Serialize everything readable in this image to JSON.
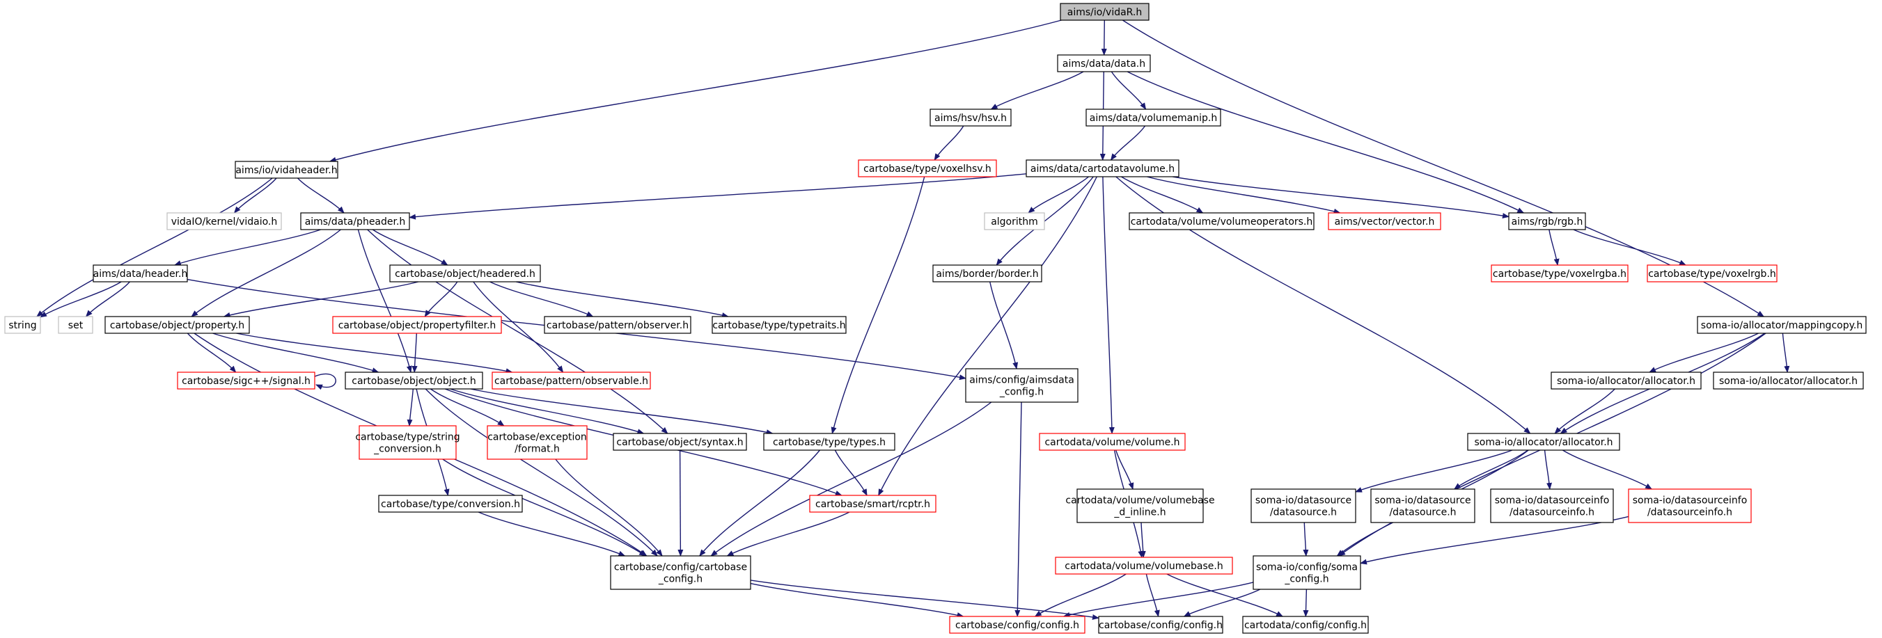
{
  "colors": {
    "edge": "#191970",
    "node_border": "#000000",
    "missing_border": "#bfbfbf",
    "truncated_border": "#ff0000",
    "root_fill": "#bfbfbf",
    "node_fill": "#ffffff",
    "text": "#000000",
    "missing_text": "#7f7f7f"
  },
  "graph": {
    "nodes": [
      {
        "id": "vidaR",
        "lines": [
          "aims/io/vidaR.h"
        ],
        "style": "root"
      },
      {
        "id": "data",
        "lines": [
          "aims/data/data.h"
        ],
        "style": "normal"
      },
      {
        "id": "vidaheader",
        "lines": [
          "aims/io/vidaheader.h"
        ],
        "style": "normal"
      },
      {
        "id": "hsv",
        "lines": [
          "aims/hsv/hsv.h"
        ],
        "style": "normal"
      },
      {
        "id": "volumemanip",
        "lines": [
          "aims/data/volumemanip.h"
        ],
        "style": "normal"
      },
      {
        "id": "voxelhsv",
        "lines": [
          "cartobase/type/voxelhsv.h"
        ],
        "style": "truncated"
      },
      {
        "id": "cartodatavolume",
        "lines": [
          "aims/data/cartodatavolume.h"
        ],
        "style": "normal"
      },
      {
        "id": "vidaio",
        "lines": [
          "vidaIO/kernel/vidaio.h"
        ],
        "style": "missing"
      },
      {
        "id": "pheader",
        "lines": [
          "aims/data/pheader.h"
        ],
        "style": "normal"
      },
      {
        "id": "algorithm",
        "lines": [
          "algorithm"
        ],
        "style": "missing"
      },
      {
        "id": "volumeoperators",
        "lines": [
          "cartodata/volume/volumeoperators.h"
        ],
        "style": "normal"
      },
      {
        "id": "vector",
        "lines": [
          "aims/vector/vector.h"
        ],
        "style": "truncated"
      },
      {
        "id": "rgb",
        "lines": [
          "aims/rgb/rgb.h"
        ],
        "style": "normal"
      },
      {
        "id": "header",
        "lines": [
          "aims/data/header.h"
        ],
        "style": "normal"
      },
      {
        "id": "headered",
        "lines": [
          "cartobase/object/headered.h"
        ],
        "style": "normal"
      },
      {
        "id": "border",
        "lines": [
          "aims/border/border.h"
        ],
        "style": "normal"
      },
      {
        "id": "voxelrgba",
        "lines": [
          "cartobase/type/voxelrgba.h"
        ],
        "style": "truncated"
      },
      {
        "id": "voxelrgb",
        "lines": [
          "cartobase/type/voxelrgb.h"
        ],
        "style": "truncated"
      },
      {
        "id": "string",
        "lines": [
          "string"
        ],
        "style": "missing"
      },
      {
        "id": "set",
        "lines": [
          "set"
        ],
        "style": "missing"
      },
      {
        "id": "property",
        "lines": [
          "cartobase/object/property.h"
        ],
        "style": "normal"
      },
      {
        "id": "propertyfilter",
        "lines": [
          "cartobase/object/propertyfilter.h"
        ],
        "style": "truncated"
      },
      {
        "id": "observer",
        "lines": [
          "cartobase/pattern/observer.h"
        ],
        "style": "normal"
      },
      {
        "id": "typetraits",
        "lines": [
          "cartobase/type/typetraits.h"
        ],
        "style": "normal"
      },
      {
        "id": "mappingcopy",
        "lines": [
          "soma-io/allocator/mappingcopy.h"
        ],
        "style": "normal"
      },
      {
        "id": "signal",
        "lines": [
          "cartobase/sigc++/signal.h"
        ],
        "style": "truncated"
      },
      {
        "id": "object",
        "lines": [
          "cartobase/object/object.h"
        ],
        "style": "normal"
      },
      {
        "id": "observable",
        "lines": [
          "cartobase/pattern/observable.h"
        ],
        "style": "truncated"
      },
      {
        "id": "aimsdataconfig",
        "lines": [
          "aims/config/aimsdata",
          "_config.h"
        ],
        "style": "normal"
      },
      {
        "id": "allocatorA",
        "lines": [
          "soma-io/allocator/allocator.h"
        ],
        "style": "normal"
      },
      {
        "id": "allocatorB",
        "lines": [
          "soma-io/allocator/allocator.h"
        ],
        "style": "normal"
      },
      {
        "id": "stringconv",
        "lines": [
          "cartobase/type/string",
          "_conversion.h"
        ],
        "style": "truncated"
      },
      {
        "id": "format",
        "lines": [
          "cartobase/exception",
          "/format.h"
        ],
        "style": "truncated"
      },
      {
        "id": "syntax",
        "lines": [
          "cartobase/object/syntax.h"
        ],
        "style": "normal"
      },
      {
        "id": "types",
        "lines": [
          "cartobase/type/types.h"
        ],
        "style": "normal"
      },
      {
        "id": "volume",
        "lines": [
          "cartodata/volume/volume.h"
        ],
        "style": "truncated"
      },
      {
        "id": "allocatorMain",
        "lines": [
          "soma-io/allocator/allocator.h"
        ],
        "style": "normal"
      },
      {
        "id": "conversion",
        "lines": [
          "cartobase/type/conversion.h"
        ],
        "style": "normal"
      },
      {
        "id": "rcptr",
        "lines": [
          "cartobase/smart/rcptr.h"
        ],
        "style": "truncated"
      },
      {
        "id": "volumebase_inline",
        "lines": [
          "cartodata/volume/volumebase",
          "_d_inline.h"
        ],
        "style": "normal"
      },
      {
        "id": "datasourceA",
        "lines": [
          "soma-io/datasource",
          "/datasource.h"
        ],
        "style": "normal"
      },
      {
        "id": "datasourceB",
        "lines": [
          "soma-io/datasource",
          "/datasource.h"
        ],
        "style": "normal"
      },
      {
        "id": "datasourceinfoA",
        "lines": [
          "soma-io/datasourceinfo",
          "/datasourceinfo.h"
        ],
        "style": "normal"
      },
      {
        "id": "datasourceinfoB",
        "lines": [
          "soma-io/datasourceinfo",
          "/datasourceinfo.h"
        ],
        "style": "truncated"
      },
      {
        "id": "cartobaseconfig",
        "lines": [
          "cartobase/config/cartobase",
          "_config.h"
        ],
        "style": "normal"
      },
      {
        "id": "volumebase",
        "lines": [
          "cartodata/volume/volumebase.h"
        ],
        "style": "truncated"
      },
      {
        "id": "somaconfig",
        "lines": [
          "soma-io/config/soma",
          "_config.h"
        ],
        "style": "normal"
      },
      {
        "id": "configRed",
        "lines": [
          "cartobase/config/config.h"
        ],
        "style": "truncated"
      },
      {
        "id": "configBlack",
        "lines": [
          "cartobase/config/config.h"
        ],
        "style": "normal"
      },
      {
        "id": "cartodataconfig",
        "lines": [
          "cartodata/config/config.h"
        ],
        "style": "normal"
      }
    ],
    "edges": [
      [
        "vidaR",
        "data"
      ],
      [
        "vidaR",
        "vidaheader"
      ],
      [
        "vidaR",
        "mappingcopy"
      ],
      [
        "data",
        "hsv"
      ],
      [
        "data",
        "volumemanip"
      ],
      [
        "data",
        "cartodatavolume"
      ],
      [
        "data",
        "rgb"
      ],
      [
        "hsv",
        "voxelhsv"
      ],
      [
        "volumemanip",
        "cartodatavolume"
      ],
      [
        "voxelhsv",
        "types"
      ],
      [
        "vidaheader",
        "string"
      ],
      [
        "vidaheader",
        "vidaio"
      ],
      [
        "vidaheader",
        "pheader"
      ],
      [
        "cartodatavolume",
        "pheader"
      ],
      [
        "cartodatavolume",
        "algorithm"
      ],
      [
        "cartodatavolume",
        "border"
      ],
      [
        "cartodatavolume",
        "volumeoperators"
      ],
      [
        "cartodatavolume",
        "vector"
      ],
      [
        "cartodatavolume",
        "rgb"
      ],
      [
        "cartodatavolume",
        "volume"
      ],
      [
        "cartodatavolume",
        "rcptr"
      ],
      [
        "cartodatavolume",
        "allocatorMain"
      ],
      [
        "pheader",
        "header"
      ],
      [
        "pheader",
        "property"
      ],
      [
        "pheader",
        "headered"
      ],
      [
        "pheader",
        "object"
      ],
      [
        "pheader",
        "syntax"
      ],
      [
        "header",
        "string"
      ],
      [
        "header",
        "set"
      ],
      [
        "header",
        "aimsdataconfig"
      ],
      [
        "headered",
        "property"
      ],
      [
        "headered",
        "propertyfilter"
      ],
      [
        "headered",
        "observer"
      ],
      [
        "headered",
        "typetraits"
      ],
      [
        "headered",
        "observable"
      ],
      [
        "rgb",
        "voxelrgba"
      ],
      [
        "rgb",
        "voxelrgb"
      ],
      [
        "border",
        "aimsdataconfig"
      ],
      [
        "property",
        "signal"
      ],
      [
        "property",
        "object"
      ],
      [
        "property",
        "observable"
      ],
      [
        "property",
        "cartobaseconfig"
      ],
      [
        "propertyfilter",
        "object"
      ],
      [
        "signal",
        "signal"
      ],
      [
        "object",
        "stringconv"
      ],
      [
        "object",
        "format"
      ],
      [
        "object",
        "syntax"
      ],
      [
        "object",
        "types"
      ],
      [
        "object",
        "rcptr"
      ],
      [
        "object",
        "conversion"
      ],
      [
        "object",
        "cartobaseconfig"
      ],
      [
        "aimsdataconfig",
        "cartobaseconfig"
      ],
      [
        "aimsdataconfig",
        "configRed"
      ],
      [
        "mappingcopy",
        "allocatorA"
      ],
      [
        "mappingcopy",
        "allocatorB"
      ],
      [
        "mappingcopy",
        "allocatorMain"
      ],
      [
        "mappingcopy",
        "somaconfig"
      ],
      [
        "allocatorA",
        "allocatorMain"
      ],
      [
        "stringconv",
        "cartobaseconfig"
      ],
      [
        "format",
        "cartobaseconfig"
      ],
      [
        "syntax",
        "cartobaseconfig"
      ],
      [
        "types",
        "rcptr"
      ],
      [
        "types",
        "cartobaseconfig"
      ],
      [
        "volume",
        "volumebase_inline"
      ],
      [
        "volume",
        "volumebase"
      ],
      [
        "allocatorMain",
        "datasourceA"
      ],
      [
        "allocatorMain",
        "datasourceB"
      ],
      [
        "allocatorMain",
        "datasourceinfoA"
      ],
      [
        "allocatorMain",
        "datasourceinfoB"
      ],
      [
        "allocatorMain",
        "somaconfig"
      ],
      [
        "conversion",
        "cartobaseconfig"
      ],
      [
        "rcptr",
        "cartobaseconfig"
      ],
      [
        "volumebase_inline",
        "volumebase"
      ],
      [
        "datasourceA",
        "somaconfig"
      ],
      [
        "datasourceinfoB",
        "somaconfig"
      ],
      [
        "cartobaseconfig",
        "configRed"
      ],
      [
        "cartobaseconfig",
        "configBlack"
      ],
      [
        "volumebase",
        "configRed"
      ],
      [
        "volumebase",
        "configBlack"
      ],
      [
        "volumebase",
        "cartodataconfig"
      ],
      [
        "somaconfig",
        "configRed"
      ],
      [
        "somaconfig",
        "configBlack"
      ],
      [
        "somaconfig",
        "cartodataconfig"
      ]
    ]
  }
}
